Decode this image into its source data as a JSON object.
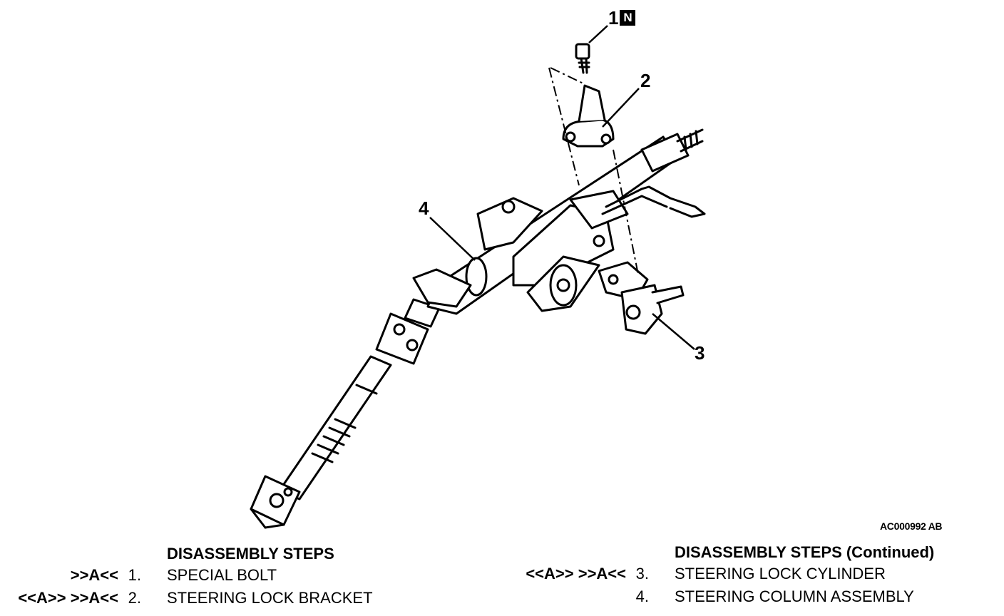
{
  "diagram": {
    "callouts": [
      {
        "label": "1",
        "badge": "N"
      },
      {
        "label": "2"
      },
      {
        "label": "3"
      },
      {
        "label": "4"
      }
    ],
    "figure_code": "AC000992 AB"
  },
  "steps_left": {
    "heading": "DISASSEMBLY STEPS",
    "rows": [
      {
        "ref": ">>A<<",
        "num": "1.",
        "text": "SPECIAL BOLT"
      },
      {
        "ref": "<<A>> >>A<<",
        "num": "2.",
        "text": "STEERING LOCK BRACKET"
      }
    ]
  },
  "steps_right": {
    "heading": "DISASSEMBLY STEPS (Continued)",
    "rows": [
      {
        "ref": "<<A>> >>A<<",
        "num": "3.",
        "text": "STEERING LOCK CYLINDER"
      },
      {
        "ref": "",
        "num": "4.",
        "text": "STEERING COLUMN ASSEMBLY"
      }
    ]
  }
}
